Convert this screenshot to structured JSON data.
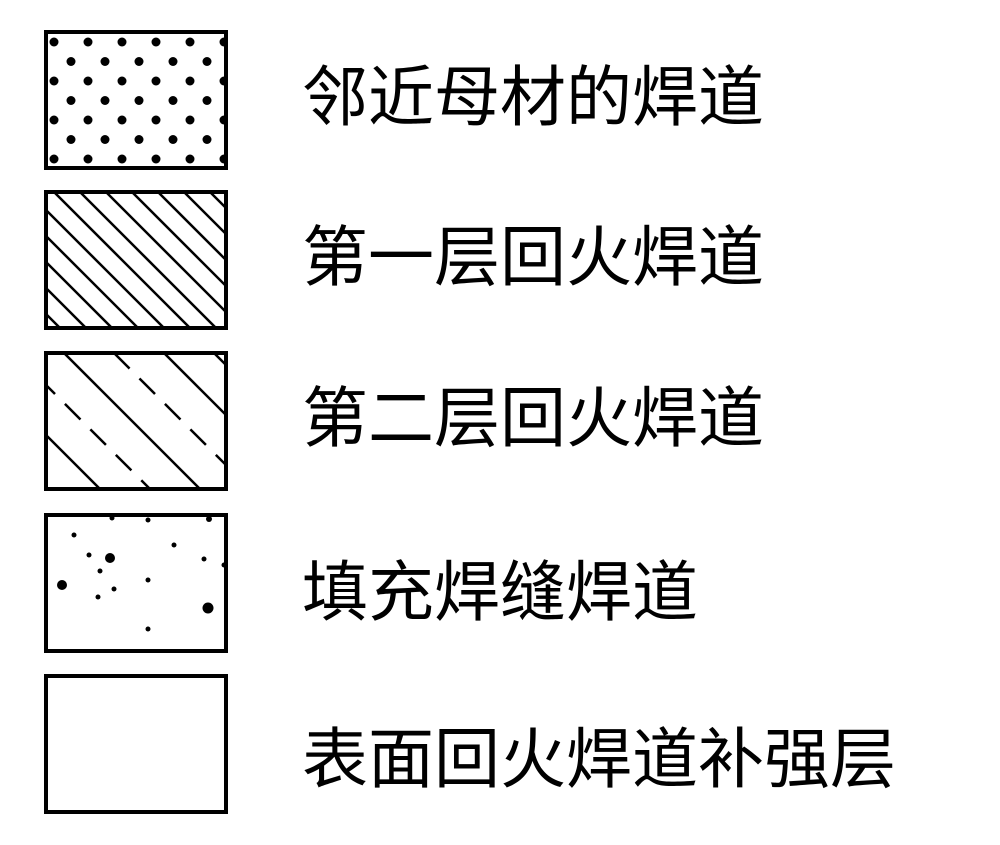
{
  "legend": {
    "items": [
      {
        "label": "邻近母材的焊道",
        "pattern": "dense-dots"
      },
      {
        "label": "第一层回火焊道",
        "pattern": "diagonal-solid-lines"
      },
      {
        "label": "第二层回火焊道",
        "pattern": "diagonal-dashed-lines"
      },
      {
        "label": "填充焊缝焊道",
        "pattern": "sparse-random-dots"
      },
      {
        "label": "表面回火焊道补强层",
        "pattern": "blank"
      }
    ]
  },
  "colors": {
    "ink": "#000000",
    "background": "#ffffff"
  }
}
